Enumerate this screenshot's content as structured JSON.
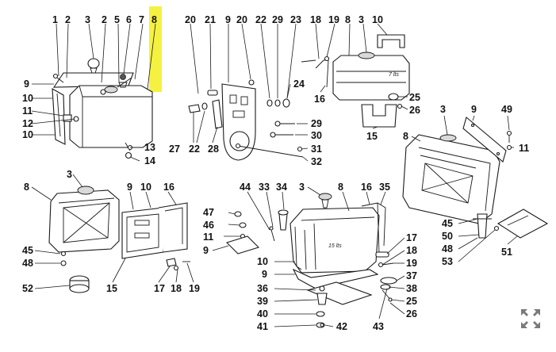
{
  "diagram": {
    "highlighted_callout": "8",
    "tank_capacity_labels": [
      "7 lts",
      "15 lts"
    ],
    "callouts": {
      "g1": [
        "1",
        "2",
        "3",
        "2",
        "5",
        "6",
        "7",
        "8",
        "9",
        "10",
        "11",
        "12",
        "10",
        "13",
        "14"
      ],
      "g2": [
        "20",
        "21",
        "9",
        "20",
        "22",
        "29",
        "23",
        "18",
        "19",
        "3",
        "10",
        "8",
        "24",
        "16",
        "25",
        "26",
        "27",
        "22",
        "28",
        "29",
        "30",
        "31",
        "32",
        "15",
        "3",
        "9",
        "49",
        "8",
        "11"
      ],
      "g3": [
        "3",
        "8",
        "9",
        "10",
        "16",
        "47",
        "46",
        "11",
        "45",
        "48",
        "52",
        "15",
        "17",
        "18",
        "19",
        "9",
        "44",
        "33",
        "34",
        "3",
        "8",
        "16",
        "35",
        "10",
        "9",
        "36",
        "39",
        "40",
        "41",
        "42",
        "43",
        "17",
        "18",
        "19",
        "37",
        "38",
        "25",
        "26",
        "45",
        "50",
        "48",
        "53",
        "51"
      ]
    }
  },
  "controls": {
    "expand_icon": "expand-arrows-icon"
  }
}
